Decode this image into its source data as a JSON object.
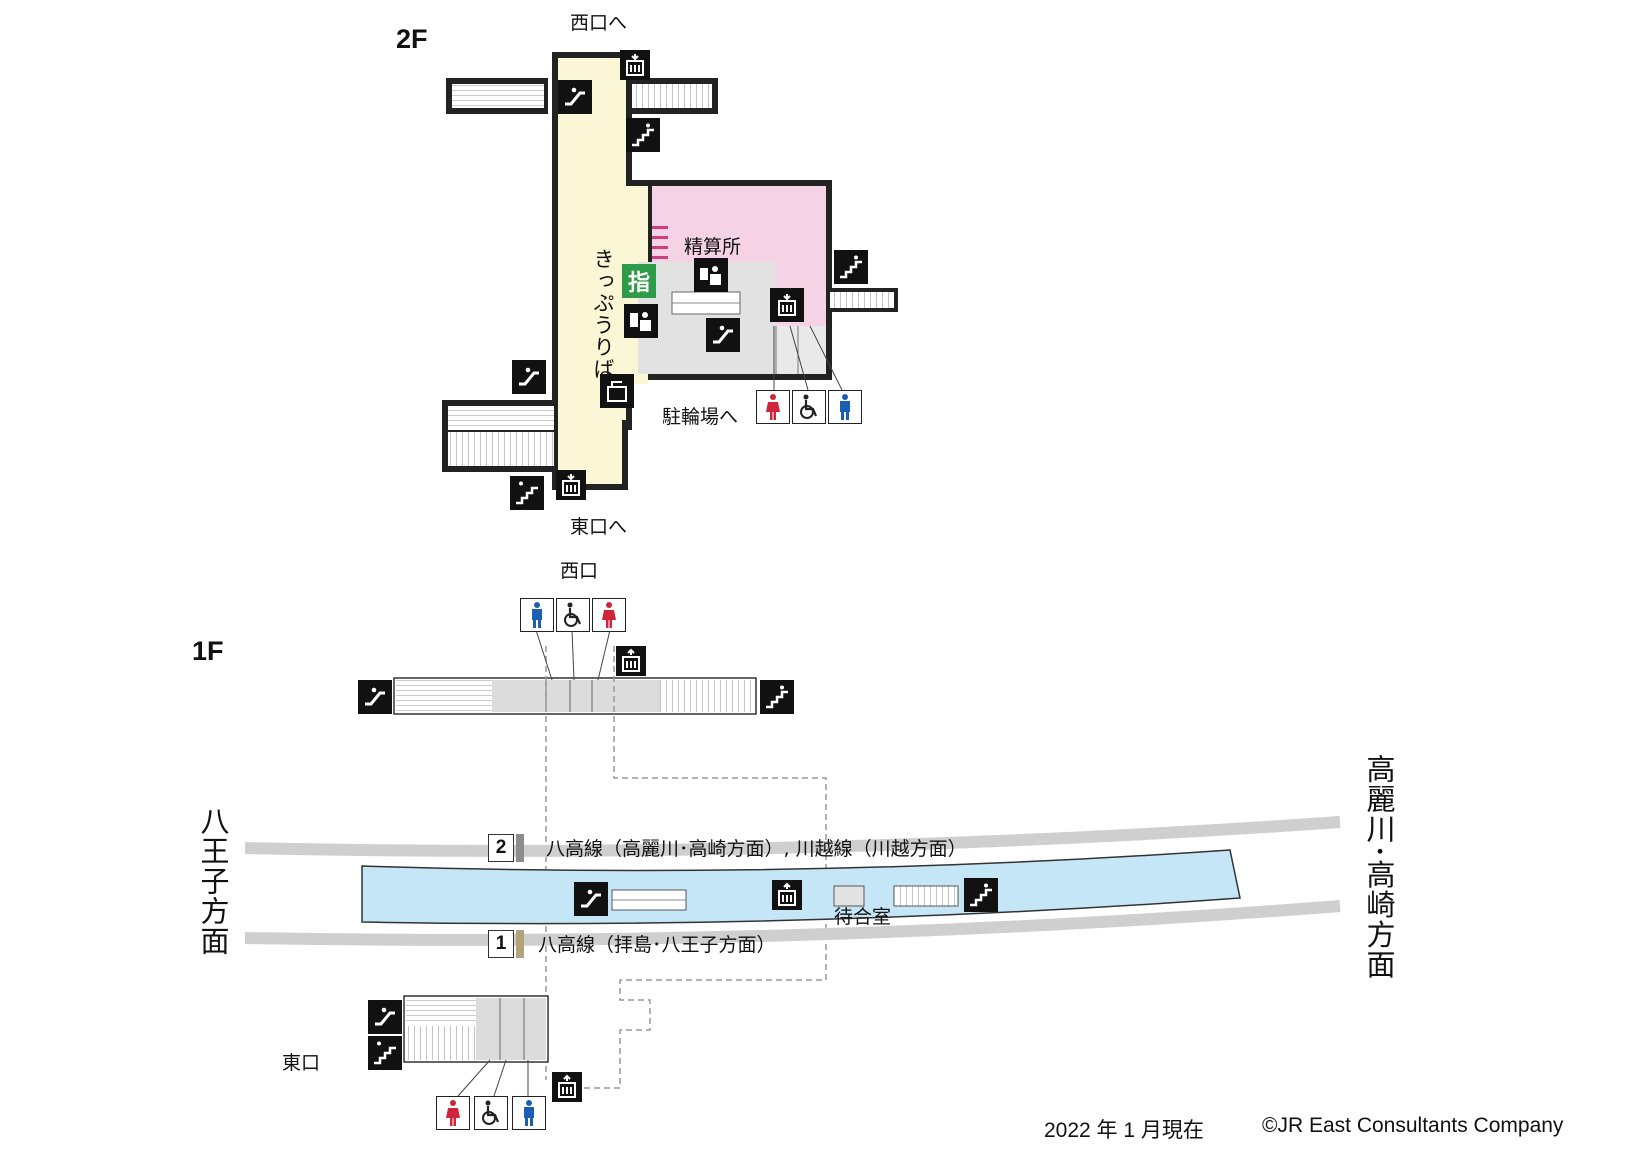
{
  "floors": {
    "upper": "2F",
    "lower": "1F"
  },
  "upper": {
    "nishiguchi_he": "西口へ",
    "higashiguchi_he": "東口へ",
    "concourse_label": "きっぷうりば",
    "fare_adjust": "精算所",
    "bicycle_parking": "駐輪場へ",
    "reserved_seat_mark": "指",
    "colors": {
      "concourse": "#fbf6d6",
      "paid_area": "#f6d3e4",
      "service_area": "#e2e2e2",
      "gate_marks": "#cf3d82"
    }
  },
  "lower": {
    "west_exit": "西口",
    "east_exit": "東口",
    "waiting_room": "待合室",
    "platform_color": "#c5e6f7",
    "track_2": {
      "number": "2",
      "line": "八高線（高麗川･高崎方面）, 川越線（川越方面）"
    },
    "track_1": {
      "number": "1",
      "line": "八高線（拝島･八王子方面）"
    },
    "direction_left": "八王子方面",
    "direction_right": "高麗川･高崎方面"
  },
  "icons": [
    "escalator-icon",
    "elevator-icon",
    "stairs-icon",
    "ticket-office-icon",
    "ticket-machine-icon",
    "coin-locker-icon",
    "restroom-male-icon",
    "restroom-female-icon",
    "wheelchair-restroom-icon"
  ],
  "footer": {
    "date": "2022 年 1 月現在",
    "copyright": "©JR East Consultants Company"
  }
}
